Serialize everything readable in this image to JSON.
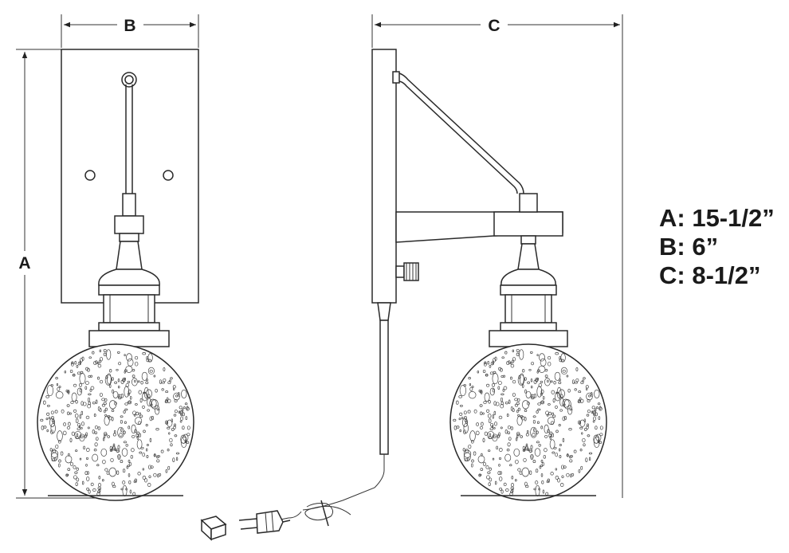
{
  "dimension_labels": {
    "a": "A",
    "b": "B",
    "c": "C"
  },
  "legend": [
    {
      "text": "A: 15-1/2”"
    },
    {
      "text": "B: 6”"
    },
    {
      "text": "C: 8-1/2”"
    }
  ],
  "icons": [
    "front-view-sconce",
    "side-view-sconce",
    "plug-icon",
    "cord-clip-icon"
  ]
}
